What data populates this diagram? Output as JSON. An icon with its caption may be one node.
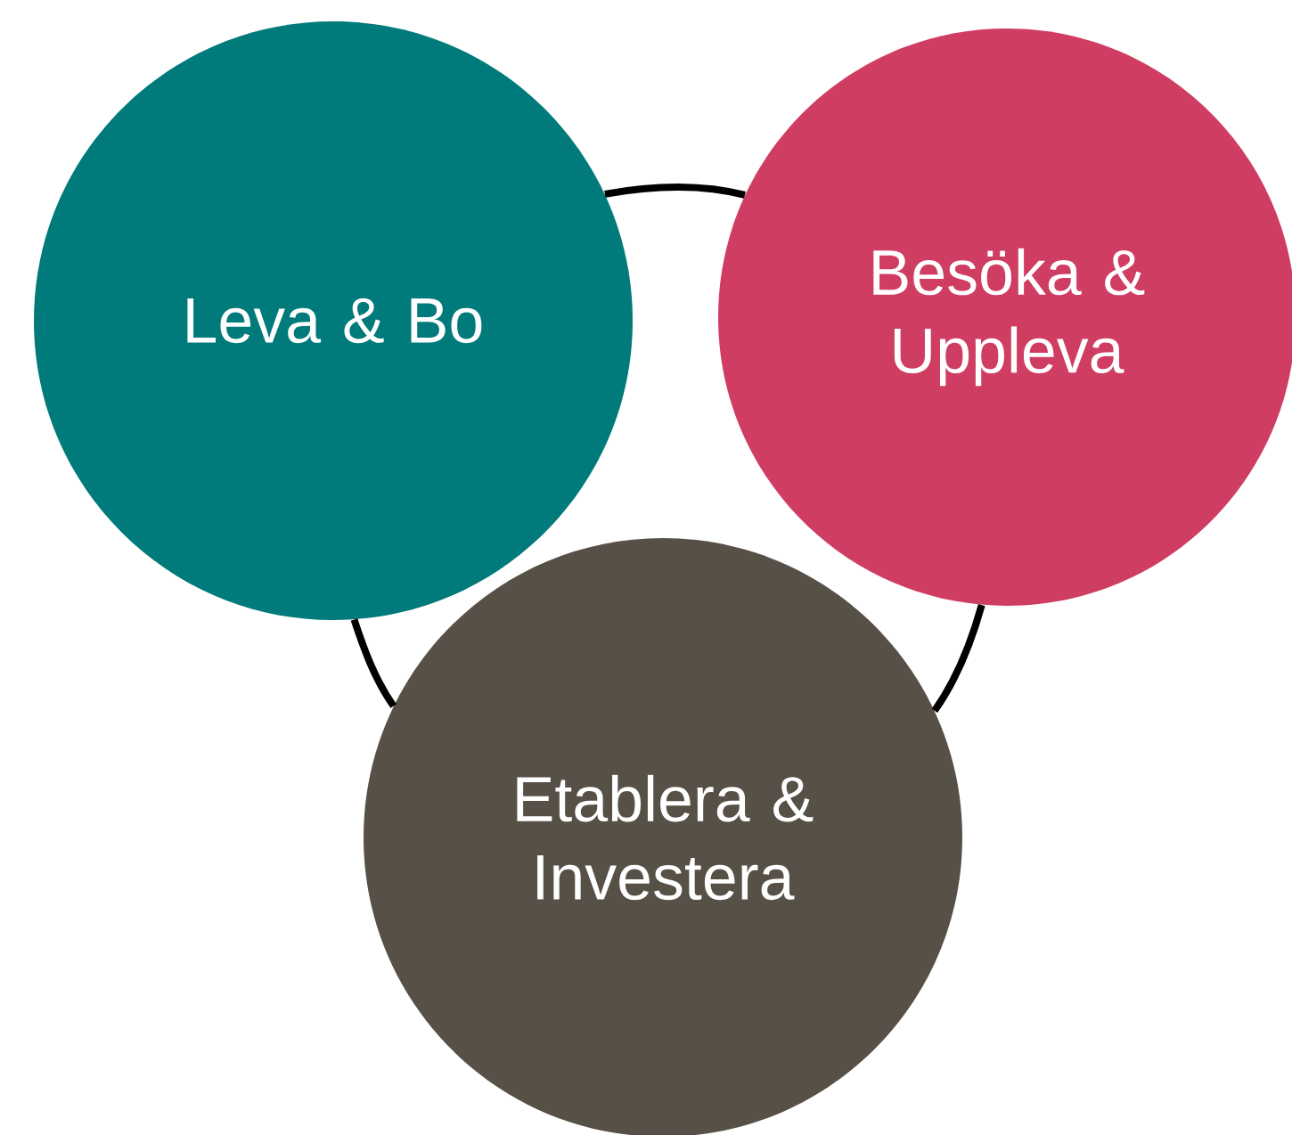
{
  "diagram": {
    "nodes": [
      {
        "text": [
          "Leva & Bo"
        ]
      },
      {
        "text": [
          "Besöka & Uppleva"
        ]
      },
      {
        "text": [
          "Etablera & Investera"
        ]
      }
    ],
    "edges": [
      {
        "from": 0,
        "to": 1,
        "arrow": "none"
      },
      {
        "from": 1,
        "to": 2,
        "arrow": "none"
      },
      {
        "from": 2,
        "to": 0,
        "arrow": "none"
      }
    ]
  }
}
